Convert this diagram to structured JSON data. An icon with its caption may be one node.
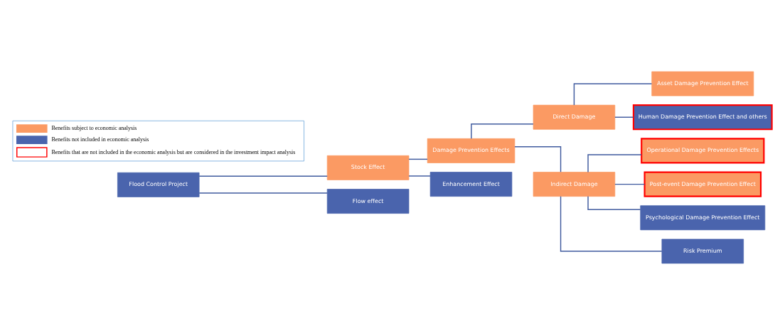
{
  "diagram": {
    "nodes": [
      {
        "text": [
          "Flood Control Project"
        ]
      },
      {
        "text": [
          "Stock Effect"
        ]
      },
      {
        "text": [
          "Flow effect"
        ]
      },
      {
        "text": [
          "Damage Prevention Effects"
        ]
      },
      {
        "text": [
          "Enhancement Effect"
        ]
      },
      {
        "text": [
          "Direct Damage"
        ]
      },
      {
        "text": [
          "Indirect Damage"
        ]
      },
      {
        "text": [
          "Asset Damage Prevention Effect"
        ]
      },
      {
        "text": [
          "Human Damage Prevention Effect and others"
        ]
      },
      {
        "text": [
          "Operational Damage Prevention Effects"
        ]
      },
      {
        "text": [
          "Post-event Damage Prevention Effect"
        ]
      },
      {
        "text": [
          "Psychological Damage Prevention Effect"
        ]
      },
      {
        "text": [
          "Risk Premium"
        ]
      }
    ],
    "edges": [
      {
        "from": 0,
        "to": 1,
        "arrow": "none"
      },
      {
        "from": 0,
        "to": 2,
        "arrow": "none"
      },
      {
        "from": 1,
        "to": 3,
        "arrow": "none"
      },
      {
        "from": 1,
        "to": 4,
        "arrow": "none"
      },
      {
        "from": 3,
        "to": 5,
        "arrow": "none"
      },
      {
        "from": 3,
        "to": 6,
        "arrow": "none"
      },
      {
        "from": 5,
        "to": 7,
        "arrow": "none"
      },
      {
        "from": 5,
        "to": 8,
        "arrow": "none"
      },
      {
        "from": 6,
        "to": 9,
        "arrow": "none"
      },
      {
        "from": 6,
        "to": 10,
        "arrow": "none"
      },
      {
        "from": 6,
        "to": 11,
        "arrow": "none"
      },
      {
        "from": 6,
        "to": 12,
        "arrow": "none"
      }
    ],
    "legend": [
      {
        "text": "Benefits subject to economic analysis",
        "color": "#fb9a63"
      },
      {
        "text": "Benefits not included in economic analysis",
        "color": "#4a64ad"
      },
      {
        "text": "Benefits that are not included in the economic analysis but are considered in the investment impact analysis"
      }
    ]
  }
}
